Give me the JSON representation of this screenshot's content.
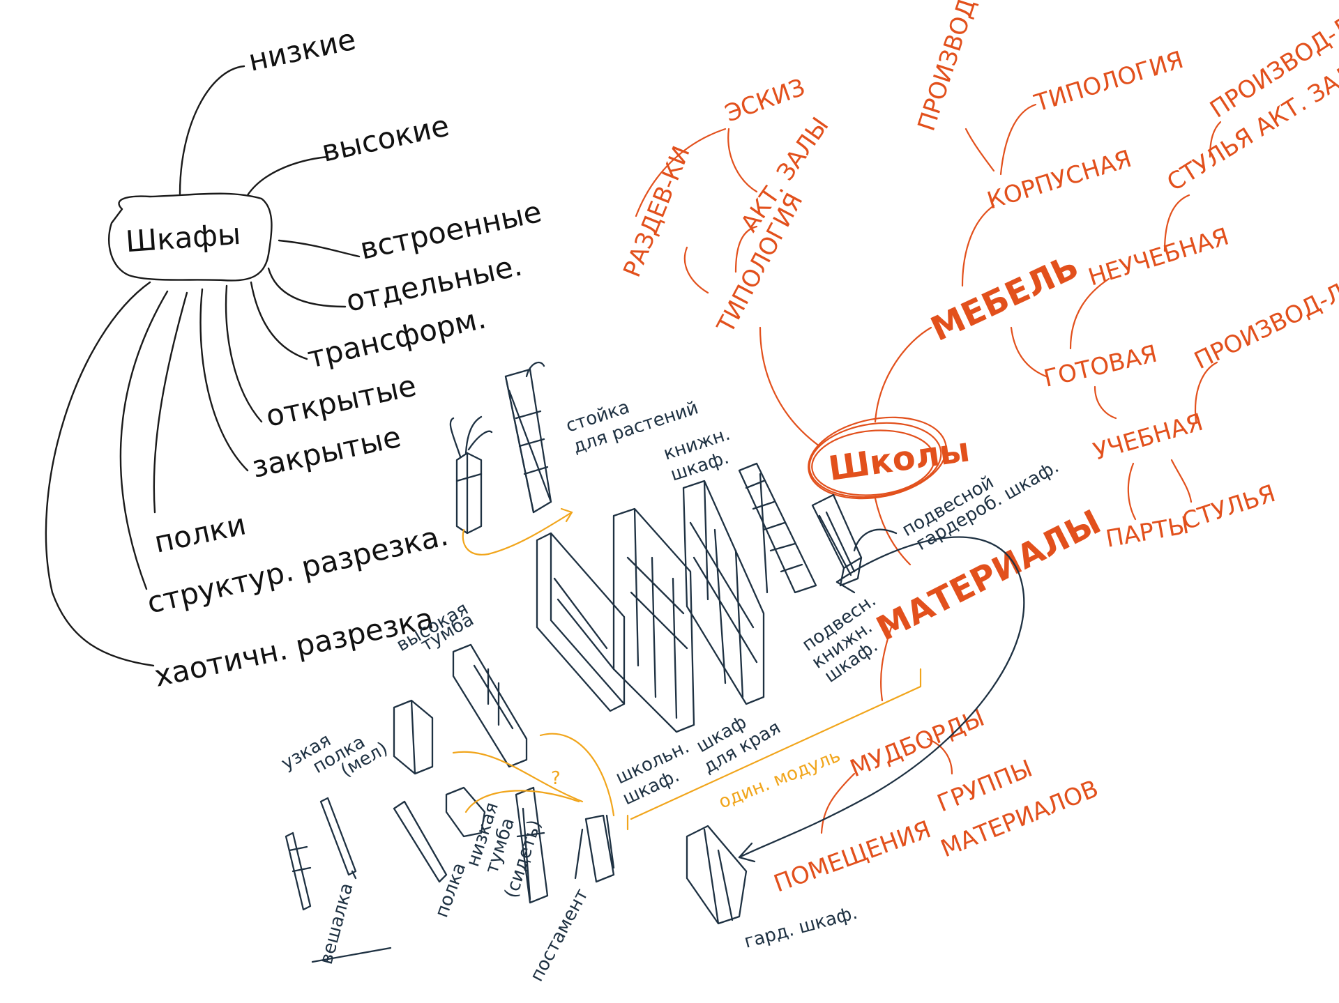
{
  "colors": {
    "black_ink": "#1a1a1a",
    "navy_ink": "#1e3142",
    "orange_ink": "#e2501c",
    "yellow_ink": "#f1a51b"
  },
  "left_map": {
    "center": "Шкафы",
    "branches": [
      "низкие",
      "высокие",
      "встроенные",
      "отдельные.",
      "трансформ.",
      "открытые",
      "закрытые",
      "полки",
      "структур. разрезка.",
      "хаотичн. разрезка"
    ]
  },
  "right_map": {
    "center": "Школы",
    "mebel": "МЕБЕЛЬ",
    "tipologiya": "ТИПОЛОГИЯ",
    "eskiz": "ЭСКИЗ",
    "razdevalki": "РАЗДЕВ-КИ",
    "akt_zaly": "АКТ. ЗАЛЫ",
    "proizvoditeli": "ПРОИЗВОДИТЕЛ",
    "korpusnaya": "КОРПУСНАЯ",
    "tipologiya_2": "ТИПОЛОГИЯ",
    "proizvod_1": "ПРОИЗВОД-ЛИ",
    "stulya_akt_zal": "СТУЛЬЯ АКТ. ЗАЛ",
    "neuchebnaya": "НЕУЧЕБНАЯ",
    "gotovaya": "ГОТОВАЯ",
    "proizvod_2": "ПРОИЗВОД-ЛИ",
    "uchebnaya": "УЧЕБНАЯ",
    "party": "ПАРТЫ",
    "stulya": "СТУЛЬЯ",
    "materialy": "МАТЕРИАЛЫ",
    "mudbordy": "МУДБОРДЫ",
    "pomeshcheniya": "ПОМЕЩЕНИЯ",
    "gruppy": "ГРУППЫ",
    "materialov": "МАТЕРИАЛОВ"
  },
  "sketch_labels": {
    "stoyka_1": "стойка",
    "stoyka_2": "для растений",
    "knizhn_1": "книжн.",
    "knizhn_2": "шкаф.",
    "podvesnoy_1": "подвесной",
    "podvesnoy_2": "гардероб. шкаф.",
    "podvesn_1": "подвесн.",
    "podvesn_2": "книжн.",
    "podvesn_3": "шкаф.",
    "vysokaya_1": "высокая",
    "vysokaya_2": "тумба",
    "uzkaya_1": "узкая",
    "uzkaya_2": "полка",
    "uzkaya_3": "(мел)",
    "shkolny_1": "школьн.",
    "shkolny_2": "шкаф.",
    "shkaf_kray_1": "шкаф",
    "shkaf_kray_2": "для края",
    "nizkaya_1": "низкая",
    "nizkaya_2": "тумба",
    "nizkaya_3": "(сидеть)",
    "polka": "полка",
    "veshalka": "вешалка",
    "postament": "постамент",
    "gard_shkaf": "гард. шкаф.",
    "odin_modul": "один. модуль",
    "question": "?"
  }
}
